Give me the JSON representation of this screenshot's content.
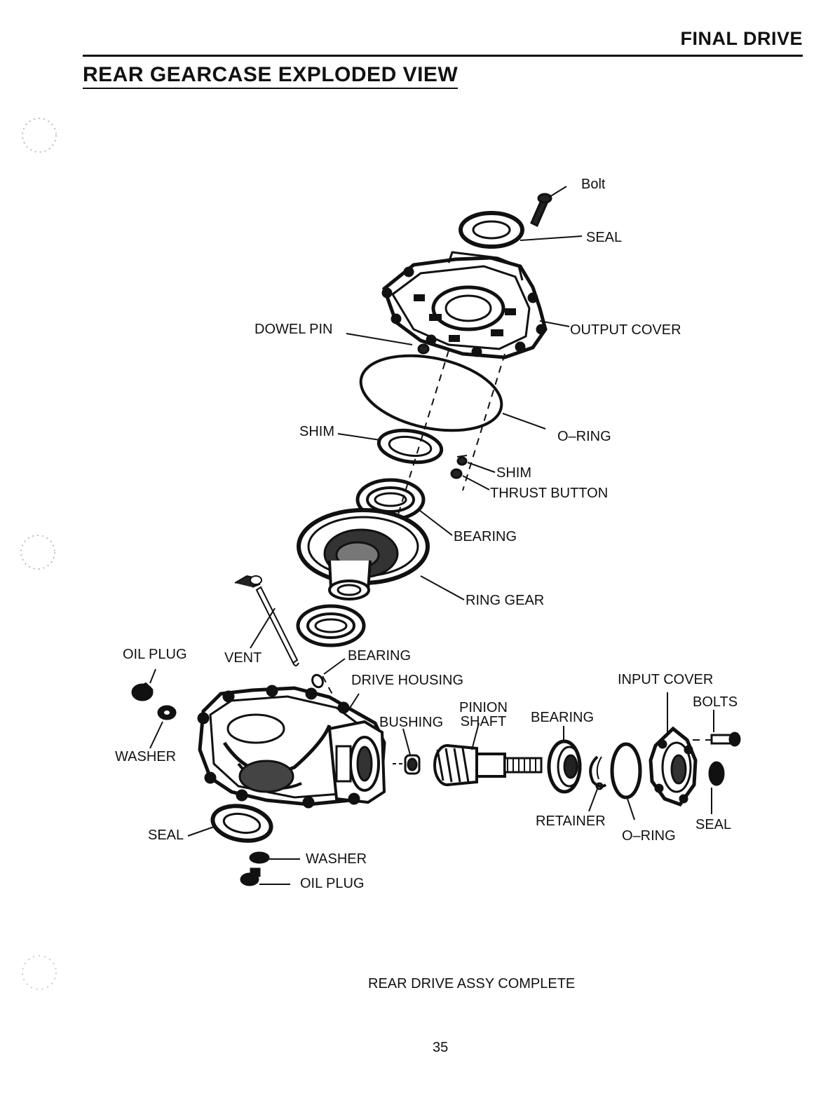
{
  "header": {
    "section": "FINAL DRIVE",
    "title": "REAR GEARCASE EXPLODED VIEW"
  },
  "labels": {
    "bolt": "Bolt",
    "seal_top": "SEAL",
    "output_cover": "OUTPUT COVER",
    "dowel_pin": "DOWEL PIN",
    "shim_left": "SHIM",
    "o_ring_top": "O–RING",
    "shim_small": "SHIM",
    "thrust_button": "THRUST BUTTON",
    "bearing_upper": "BEARING",
    "ring_gear": "RING GEAR",
    "oil_plug_left": "OIL PLUG",
    "vent": "VENT",
    "bearing_lower": "BEARING",
    "drive_housing": "DRIVE HOUSING",
    "input_cover": "INPUT COVER",
    "bolts": "BOLTS",
    "pinion_line1": "PINION",
    "pinion_line2": "SHAFT",
    "bushing": "BUSHING",
    "bearing_right": "BEARING",
    "washer_left": "WASHER",
    "retainer": "RETAINER",
    "o_ring_bottom": "O–RING",
    "seal_right": "SEAL",
    "seal_left": "SEAL",
    "washer_bottom": "WASHER",
    "oil_plug_bottom": "OIL PLUG"
  },
  "footer": {
    "caption": "REAR DRIVE ASSY COMPLETE",
    "page_number": "35"
  }
}
